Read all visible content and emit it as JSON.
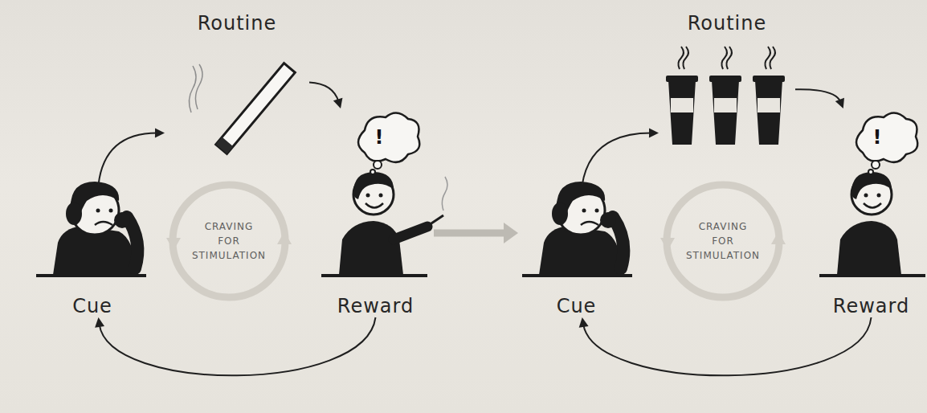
{
  "diagram": {
    "nodes": [
      {
        "text": [
          "Routine"
        ]
      },
      {
        "text": [
          "Cue"
        ]
      },
      {
        "text": [
          "CRAVING FOR STIMULATION"
        ]
      },
      {
        "text": [
          "Reward"
        ]
      },
      {
        "text": [
          "Routine"
        ]
      },
      {
        "text": [
          "Cue"
        ]
      },
      {
        "text": [
          "CRAVING FOR STIMULATION"
        ]
      },
      {
        "text": [
          "Reward"
        ]
      }
    ],
    "edges": [
      {
        "from": 1,
        "to": 0,
        "arrow": "to"
      },
      {
        "from": 0,
        "to": 3,
        "arrow": "to"
      },
      {
        "from": 3,
        "to": 1,
        "arrow": "to"
      },
      {
        "from": 3,
        "to": 5,
        "arrow": "to"
      },
      {
        "from": 5,
        "to": 4,
        "arrow": "to"
      },
      {
        "from": 4,
        "to": 7,
        "arrow": "to"
      },
      {
        "from": 7,
        "to": 5,
        "arrow": "to"
      }
    ],
    "labels": [
      "!",
      "!"
    ]
  }
}
